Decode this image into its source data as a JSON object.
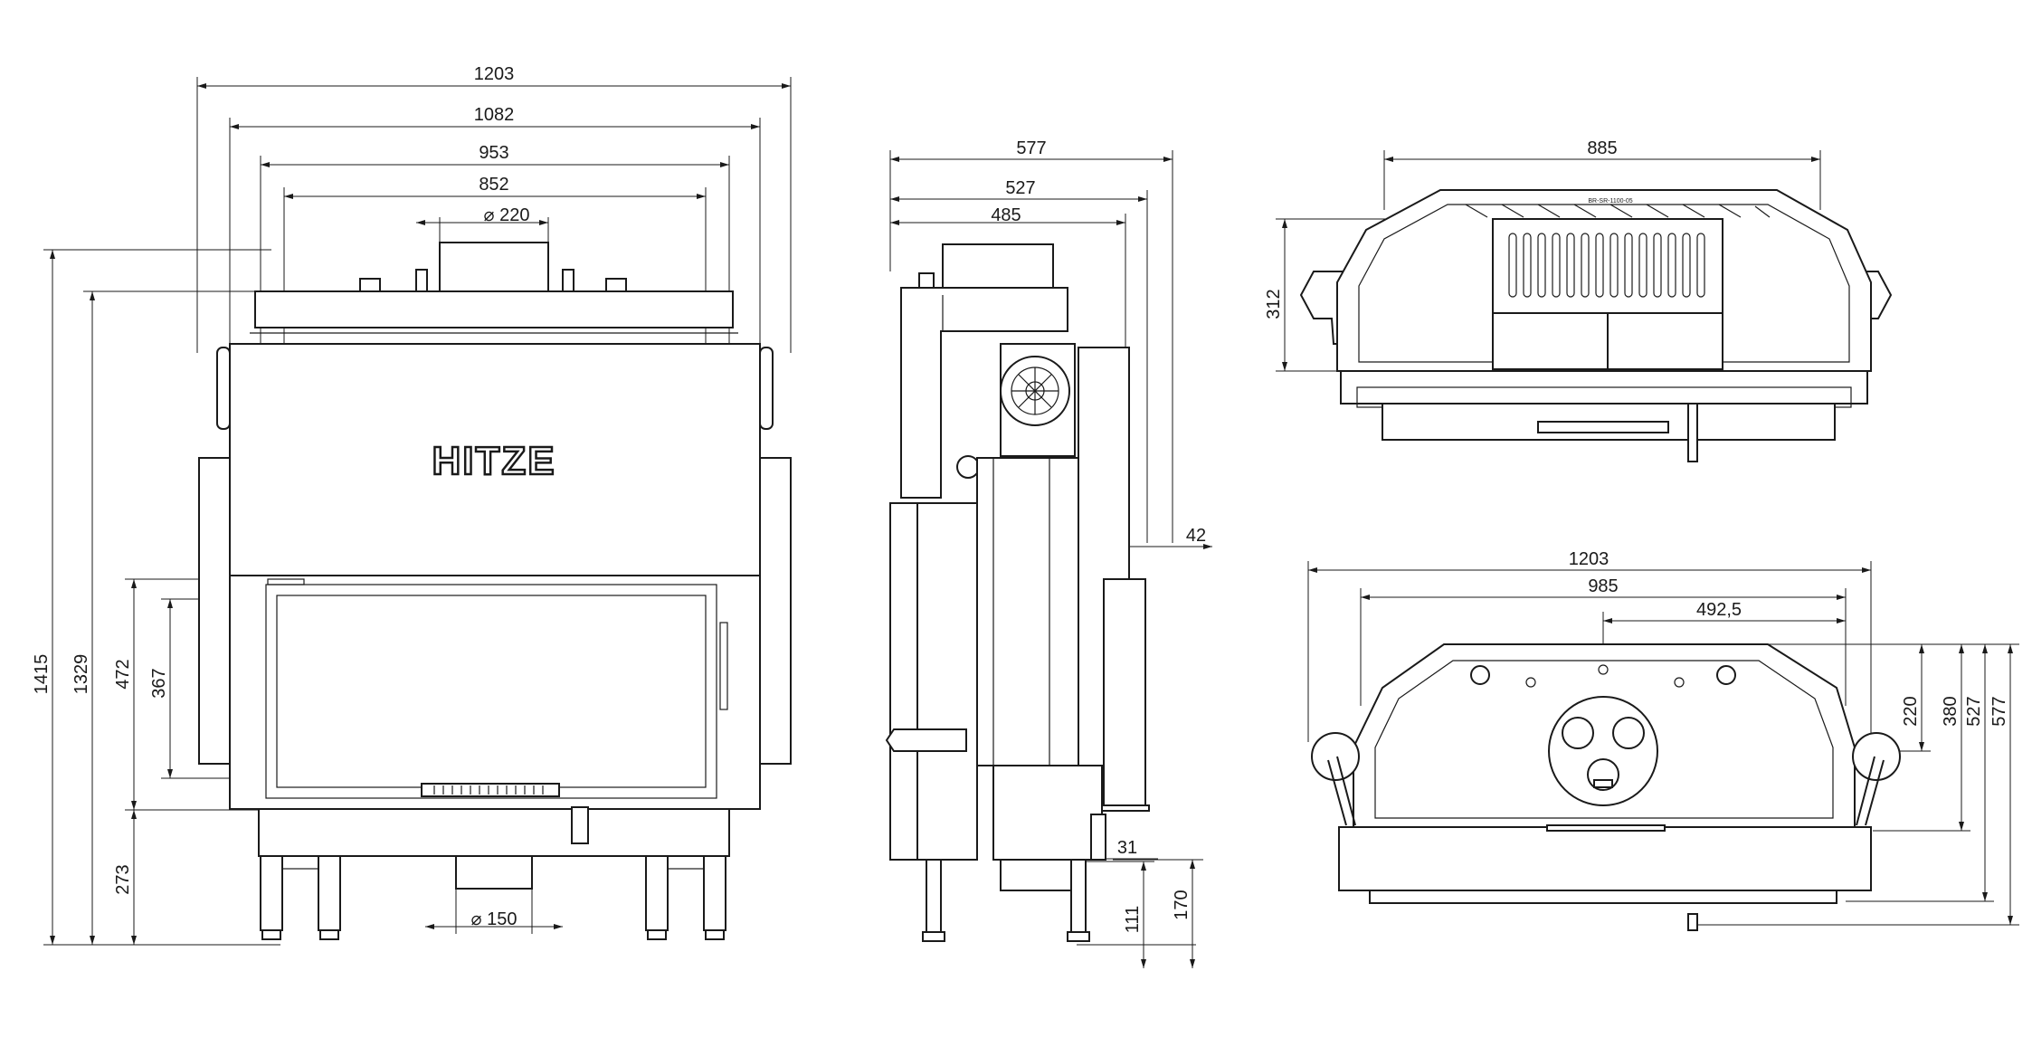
{
  "brand": {
    "logo_text": "HITZE"
  },
  "dimensions": {
    "front": {
      "width_total": "1203",
      "width_1082": "1082",
      "width_953": "953",
      "width_852": "852",
      "flue_top": "⌀ 220",
      "flue_bottom": "⌀ 150",
      "height_total": "1415",
      "height_1329": "1329",
      "height_472": "472",
      "height_367": "367",
      "height_273": "273"
    },
    "side": {
      "depth_577": "577",
      "depth_527": "527",
      "depth_485": "485",
      "offset_42": "42",
      "offset_31": "31",
      "height_111": "111",
      "height_170": "170"
    },
    "top_view": {
      "width_885": "885",
      "depth_312": "312",
      "plate_code": "BR-SR-1100-05"
    },
    "bottom_view": {
      "width_1203": "1203",
      "width_985": "985",
      "width_492": "492,5",
      "depth_220": "220",
      "depth_380": "380",
      "depth_527": "527",
      "depth_577": "577"
    }
  }
}
